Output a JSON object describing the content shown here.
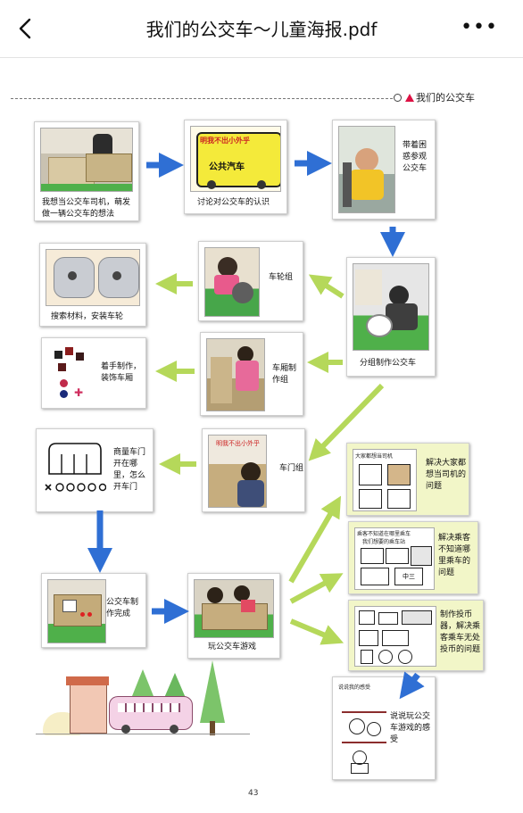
{
  "header": {
    "title": "我们的公交车～儿童海报.pdf",
    "back_icon": "chevron-left-icon",
    "more_label": "•••"
  },
  "page": {
    "section_title": "我们的公交车",
    "page_number": "43",
    "colors": {
      "blue_arrow": "#2f6fd4",
      "green_arrow": "#b5d85a"
    }
  },
  "cards": {
    "c1": "我想当公交车司机，萌发做一辆公交车的想法",
    "c2": "讨论对公交车的认识",
    "c3": "带着困惑参观公交车",
    "c4": "分组制作公交车",
    "c5": "车轮组",
    "c6": "搜索材料，安装车轮",
    "c7": "车厢制作组",
    "c8": "着手制作，装饰车厢",
    "c9": "车门组",
    "c10": "商量车门开在哪里，怎么开车门",
    "c11": "公交车制作完成",
    "c12": "玩公交车游戏",
    "c13": "解决大家都想当司机的问题",
    "c14": "解决乘客不知道哪里乘车的问题",
    "c15": "制作投币器，解决乘客乘车无处投币的问题",
    "c16": "说说玩公交车游戏的感受"
  },
  "drawings": {
    "bus_banner": "明我不出小外乎",
    "bus_text": "公共汽车",
    "note13": "大家都想当司机",
    "note14": "乘客不知道在哪里乘车",
    "note14b": "我们想要的乘车站",
    "note16": "说说我的感受",
    "door_sign": "中三"
  }
}
